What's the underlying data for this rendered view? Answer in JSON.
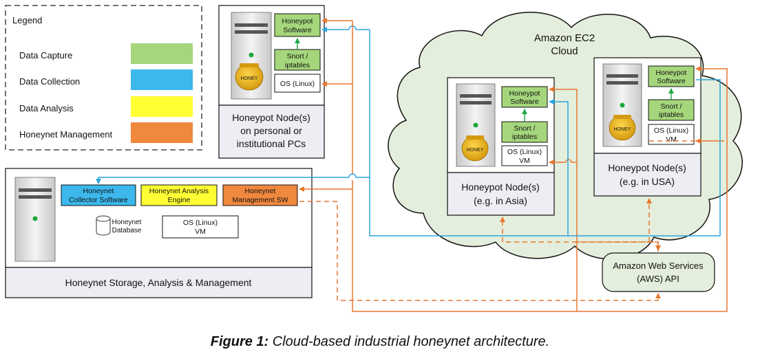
{
  "legend": {
    "title": "Legend",
    "items": [
      {
        "label": "Data Capture",
        "color": "#a5d67c"
      },
      {
        "label": "Data Collection",
        "color": "#3cb8ec"
      },
      {
        "label": "Data Analysis",
        "color": "#ffff33"
      },
      {
        "label": "Honeynet Management",
        "color": "#f0883e"
      }
    ]
  },
  "cloud": {
    "label_line1": "Amazon EC2",
    "label_line2": "Cloud"
  },
  "personal_node": {
    "software": [
      "Honeypot",
      "Software"
    ],
    "snort": [
      "Snort /",
      "iptables"
    ],
    "os": "OS (Linux)",
    "caption": [
      "Honeypot Node(s)",
      "on personal or",
      "institutional PCs"
    ]
  },
  "asia_node": {
    "software": [
      "Honeypot",
      "Software"
    ],
    "snort": [
      "Snort /",
      "iptables"
    ],
    "os": [
      "OS (Linux)",
      "VM"
    ],
    "caption": [
      "Honeypot Node(s)",
      "(e.g. in Asia)"
    ]
  },
  "usa_node": {
    "software": [
      "Honeypot",
      "Software"
    ],
    "snort": [
      "Snort /",
      "iptables"
    ],
    "os": [
      "OS (Linux)",
      "VM"
    ],
    "caption": [
      "Honeypot Node(s)",
      "(e.g. in USA)"
    ]
  },
  "storage": {
    "collector": [
      "Honeynet",
      "Collector Software"
    ],
    "analysis": [
      "Honeynet Analysis",
      "Engine"
    ],
    "management": [
      "Honeynet",
      "Management SW"
    ],
    "database": [
      "Honeynet",
      "Database"
    ],
    "os": [
      "OS (Linux)",
      "VM"
    ],
    "caption": "Honeynet Storage, Analysis & Management"
  },
  "aws": [
    "Amazon Web Services",
    "(AWS) API"
  ],
  "honey_label": "HONEY",
  "figure_caption": {
    "bold": "Figure 1:",
    "rest": " Cloud-based industrial honeynet architecture."
  },
  "colors": {
    "capture": "#a5d67c",
    "collection": "#3cb8ec",
    "analysis": "#ffff33",
    "management": "#f0883e"
  }
}
